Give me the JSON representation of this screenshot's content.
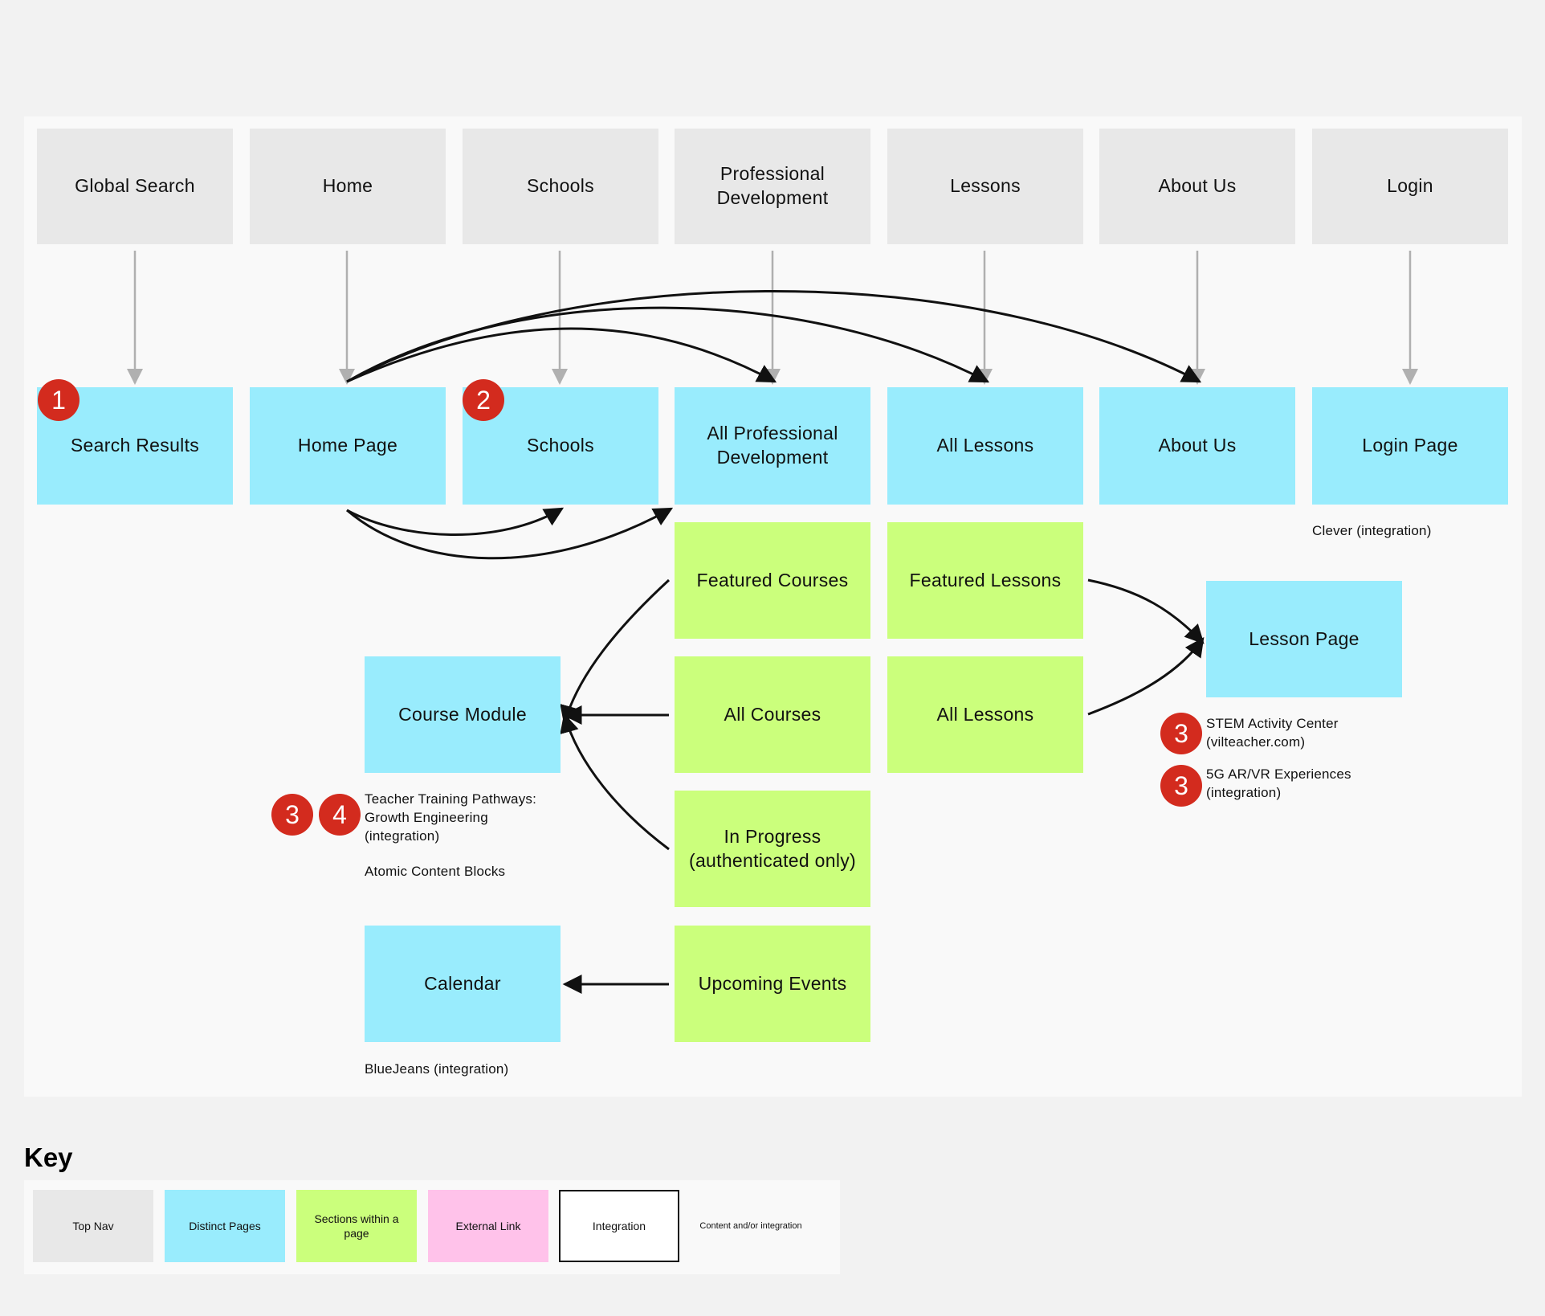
{
  "top_nav": [
    {
      "id": "global-search",
      "label": "Global Search"
    },
    {
      "id": "home",
      "label": "Home"
    },
    {
      "id": "schools",
      "label": "Schools"
    },
    {
      "id": "professional-development",
      "label": "Professional\nDevelopment"
    },
    {
      "id": "lessons",
      "label": "Lessons"
    },
    {
      "id": "about-us",
      "label": "About Us"
    },
    {
      "id": "login",
      "label": "Login"
    }
  ],
  "pages": {
    "search_results": "Search Results",
    "home_page": "Home Page",
    "schools": "Schools",
    "all_professional_development": "All Professional\nDevelopment",
    "all_lessons": "All Lessons",
    "about_us": "About Us",
    "login_page": "Login Page",
    "course_module": "Course Module",
    "calendar": "Calendar",
    "lesson_page": "Lesson Page"
  },
  "sections": {
    "featured_courses": "Featured Courses",
    "all_courses": "All Courses",
    "in_progress": "In Progress\n(authenticated only)",
    "upcoming_events": "Upcoming Events",
    "featured_lessons": "Featured Lessons",
    "all_lessons": "All Lessons"
  },
  "badges": {
    "search": "1",
    "schools": "2",
    "course_a": "3",
    "course_b": "4",
    "stem": "3",
    "ar_vr": "3"
  },
  "notes": {
    "clever": "Clever (integration)",
    "teacher_training": "Teacher Training Pathways:\nGrowth Engineering\n(integration)",
    "atomic": "Atomic Content Blocks",
    "bluejeans": "BlueJeans (integration)",
    "stem": "STEM Activity Center\n(vilteacher.com)",
    "ar_vr": "5G AR/VR Experiences\n(integration)"
  },
  "key": {
    "title": "Key",
    "items": [
      "Top Nav",
      "Distinct Pages",
      "Sections within a page",
      "External Link",
      "Integration",
      "Content and/or integration"
    ]
  },
  "colors": {
    "top_nav": "#e8e8e8",
    "distinct_page": "#99ecfd",
    "section": "#cbff7c",
    "external_link": "#ffc2ea",
    "badge": "#d32b1e",
    "nav_arrow": "#b0b0b0",
    "flow_arrow": "#111111"
  }
}
